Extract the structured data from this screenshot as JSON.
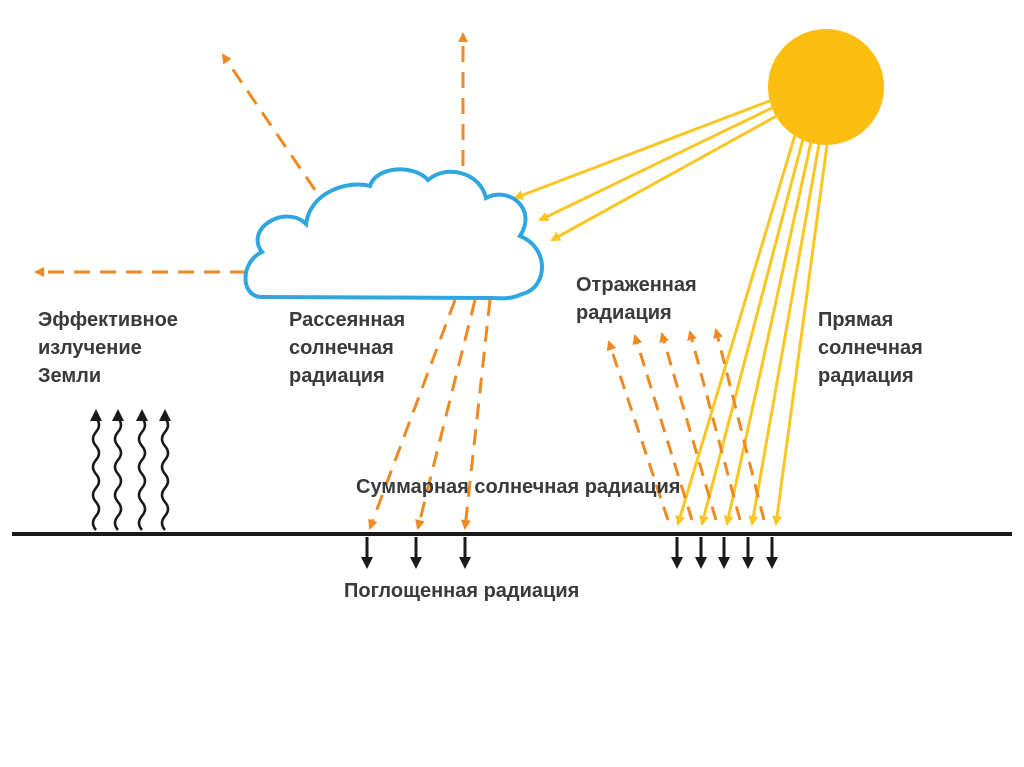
{
  "labels": {
    "effective": [
      "Эффективное",
      "излучение",
      "Земли"
    ],
    "scattered": [
      "Рассеянная",
      "солнечная",
      "радиация"
    ],
    "reflected": [
      "Отраженная",
      "радиация"
    ],
    "direct": [
      "Прямая",
      "солнечная",
      "радиация"
    ],
    "total": "Суммарная солнечная радиация",
    "absorbed": "Поглощенная радиация"
  },
  "colors": {
    "sun": "#FBBD0E",
    "direct_ray": "#F9C623",
    "scattered_arrow": "#EE8A24",
    "cloud_outline": "#2FA6DF",
    "ground": "#1a1a1a",
    "text": "#3a3a3a"
  }
}
